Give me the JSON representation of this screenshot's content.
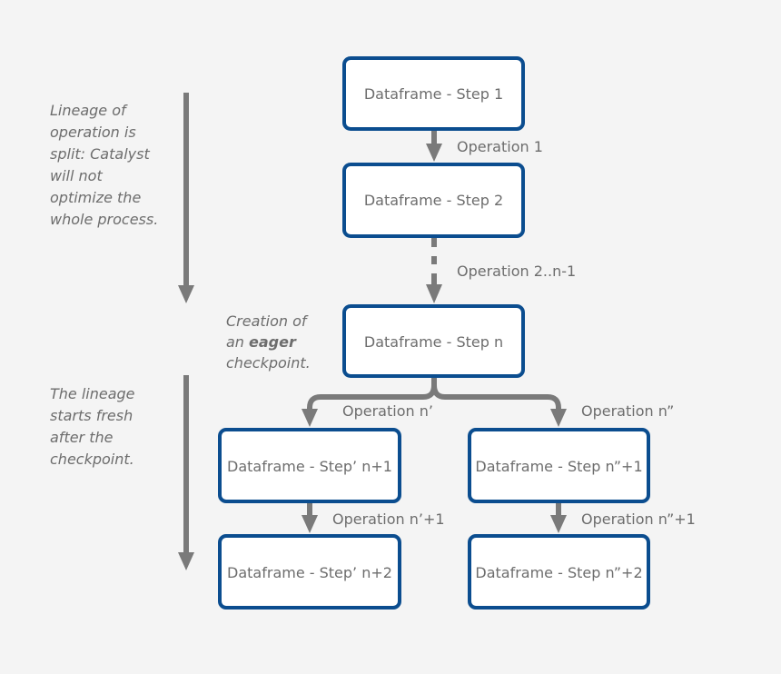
{
  "nodes": {
    "step1": "Dataframe - Step 1",
    "step2": "Dataframe - Step 2",
    "stepn": "Dataframe - Step n",
    "left1": "Dataframe - Step’ n+1",
    "left2": "Dataframe - Step’ n+2",
    "right1": "Dataframe - Step n”+1",
    "right2": "Dataframe - Step n”+2"
  },
  "operations": {
    "op1": "Operation 1",
    "op2": "Operation 2..n-1",
    "op_left": "Operation n’",
    "op_right": "Operation n”",
    "op_left_next": "Operation n’+1",
    "op_right_next": "Operation n”+1"
  },
  "notes": {
    "lineage_split": [
      "Lineage of",
      "operation is",
      "split: Catalyst",
      "will not",
      "optimize the",
      "whole process."
    ],
    "checkpoint": {
      "line1": "Creation of",
      "line2_prefix": "an ",
      "line2_bold": "eager",
      "line3": "checkpoint."
    },
    "fresh": [
      "The lineage",
      "starts fresh",
      "after the",
      "checkpoint."
    ]
  },
  "colors": {
    "node_border": "#0b4d8f",
    "arrow": "#7a7a7a",
    "text": "#6d6d6d",
    "background": "#f4f4f4"
  }
}
